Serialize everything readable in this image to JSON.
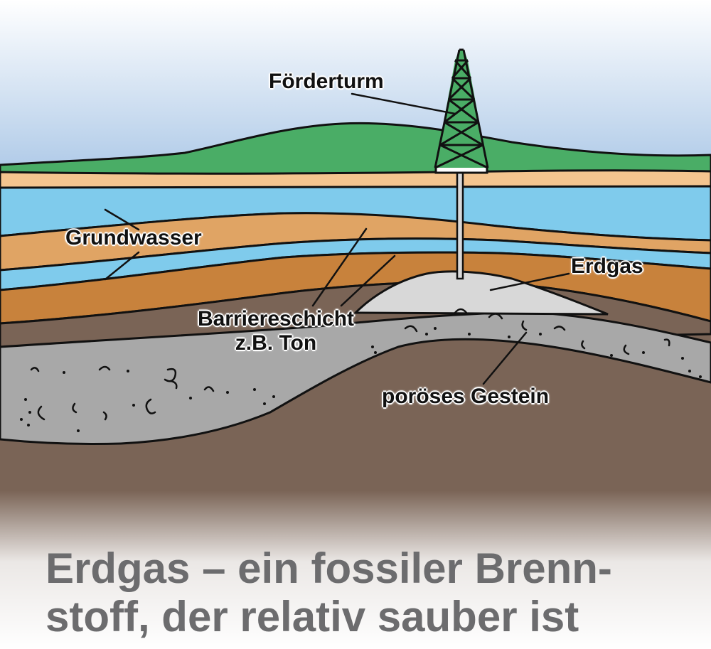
{
  "labels": {
    "derrick": "Förderturm",
    "groundwater": "Grundwasser",
    "gas": "Erdgas",
    "barrier_line1": "Barriereschicht",
    "barrier_line2": "z.B. Ton",
    "porous_rock": "poröses Gestein"
  },
  "caption": {
    "line1": "Erdgas – ein fossiler Brenn-",
    "line2": "stoff, der relativ sauber ist"
  },
  "colors": {
    "sky_top": "#ffffff",
    "sky_bottom": "#a9c6e6",
    "hill": "#4aad66",
    "sand": "#f4c58f",
    "water": "#7fcbec",
    "clay": "#e0a464",
    "clay_dark": "#c8823c",
    "gas": "#d8d8d8",
    "porous": "#a8a8a8",
    "earth": "#7a6456",
    "caption_text": "#6c6c6e"
  }
}
